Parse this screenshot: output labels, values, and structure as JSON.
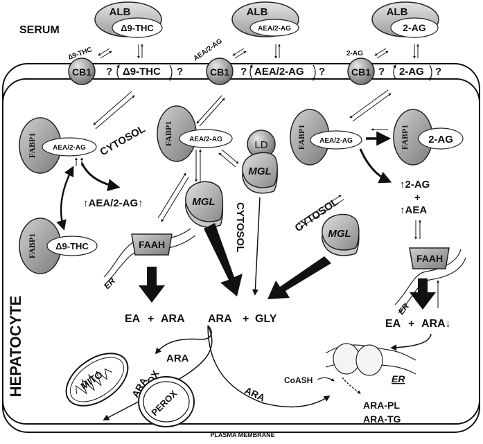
{
  "labels": {
    "serum": "SERUM",
    "cytosol": "CYTOSOL",
    "hepatocyte": "HEPATOCYTE",
    "plasma_membrane": "PLASMA MEMBRANE",
    "alb": "ALB",
    "d9thc": "Δ9-THC",
    "aea2ag": "AEA/2-AG",
    "twoag": "2-AG",
    "cb1": "CB1",
    "q": "?",
    "fabp1": "FABP1",
    "ld": "LD",
    "mgl": "MGL",
    "faah": "FAAH",
    "er": "ER",
    "ea": "EA",
    "plus": "+",
    "ara": "ARA",
    "gly": "GLY",
    "ara_down": "ARA↓",
    "up_aea2ag": "↑AEA/2-AG↑",
    "up_2ag": "↑2-AG",
    "up_aea": "↑AEA",
    "mito": "MITO",
    "perox": "PEROX",
    "ox": "OX",
    "coash": "CoASH",
    "ara_pl": "ARA-PL",
    "ara_tg": "ARA-TG",
    "d9thc_mem": "∆9-THC",
    "aea2ag_mem": "AEA/2-AG",
    "twoag_mem": "2-AG"
  },
  "colors": {
    "protein_gray": "#a8a8a8",
    "protein_light": "#e6e6e6",
    "outline": "#222222"
  }
}
